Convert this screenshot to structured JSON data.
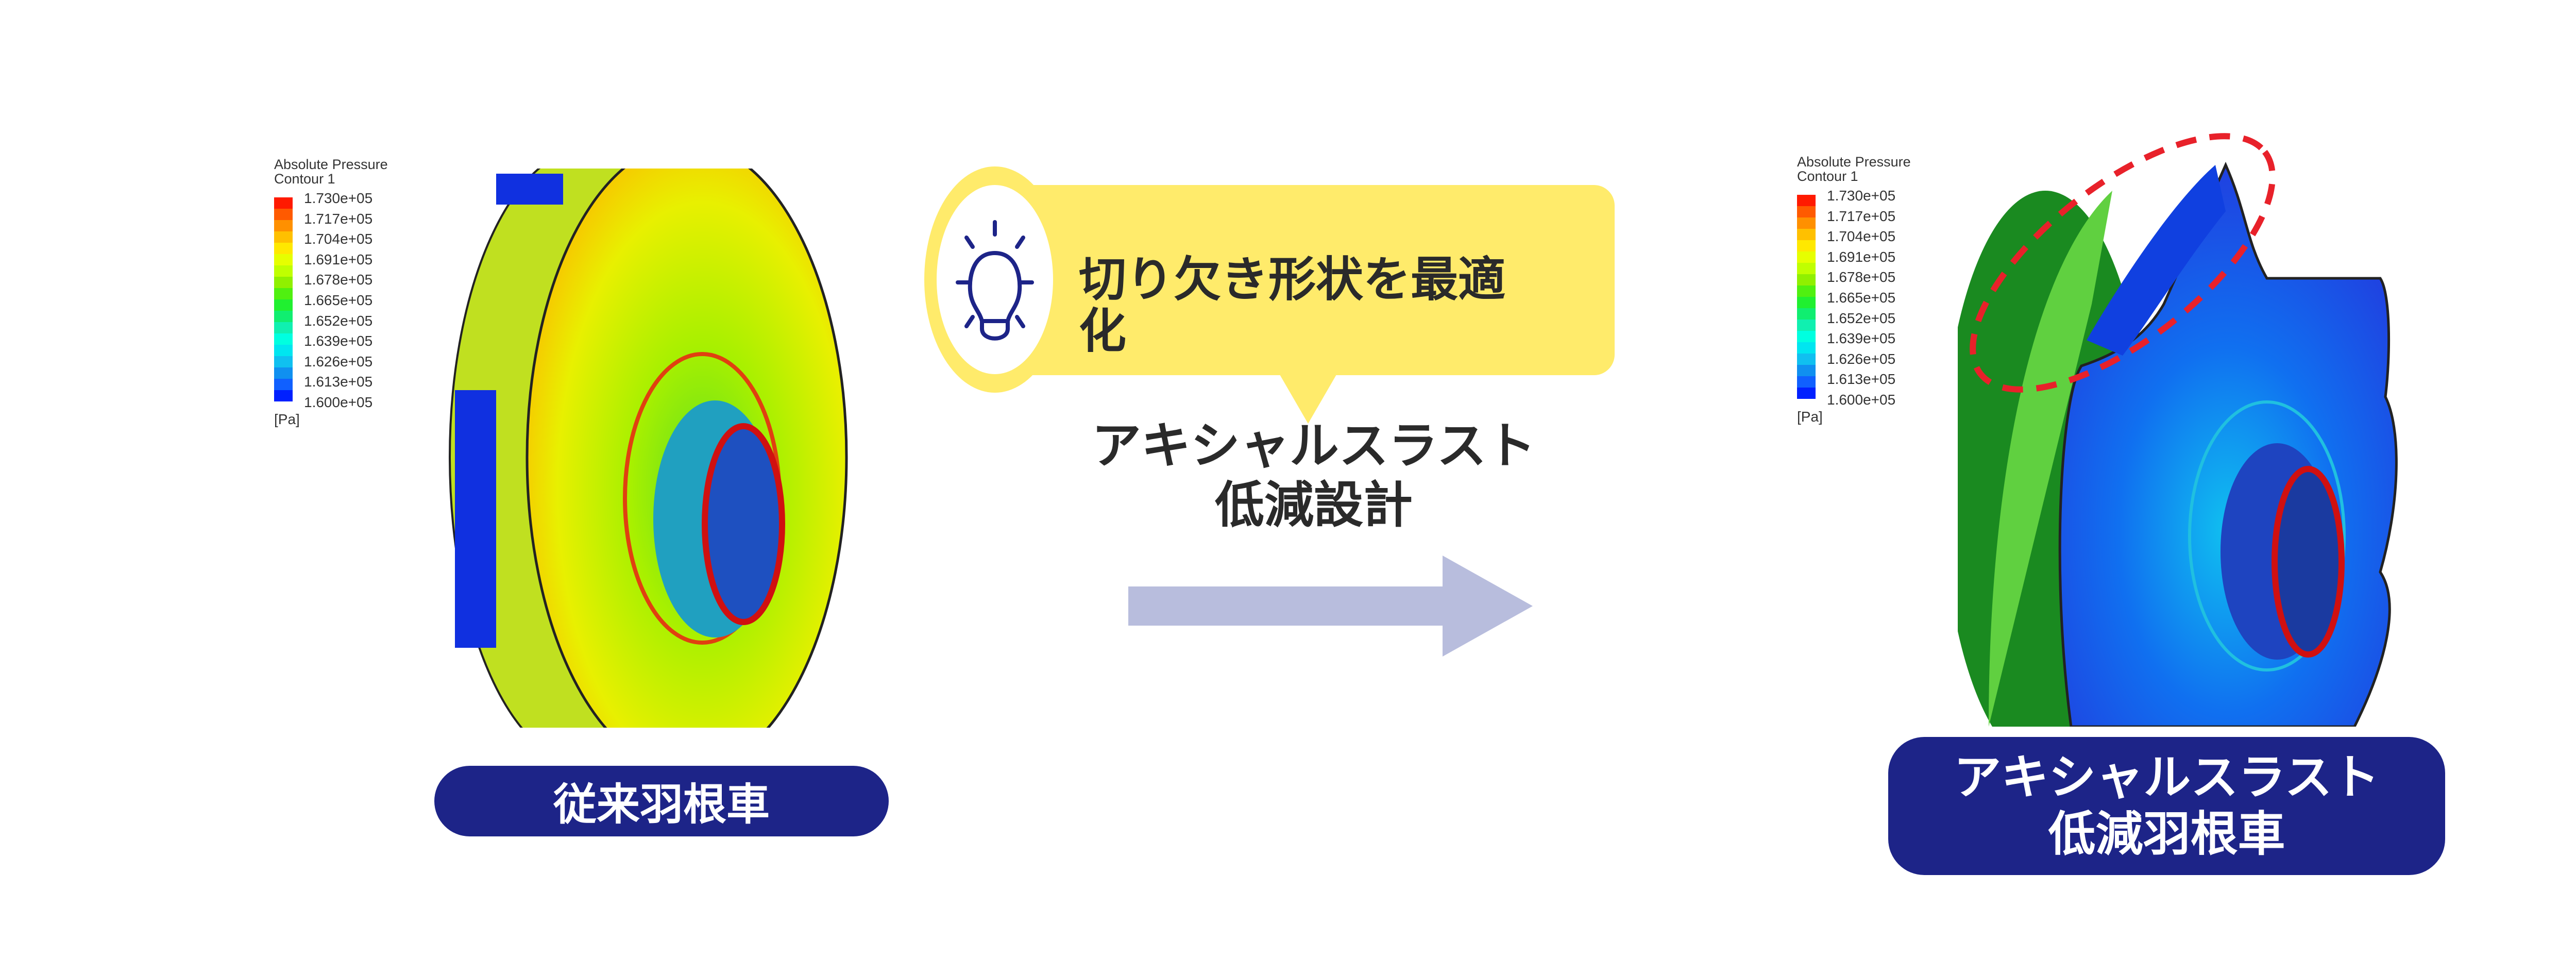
{
  "legend": {
    "title": "Absolute Pressure",
    "subtitle": "Contour 1",
    "ticks": [
      "1.730e+05",
      "1.717e+05",
      "1.704e+05",
      "1.691e+05",
      "1.678e+05",
      "1.665e+05",
      "1.652e+05",
      "1.639e+05",
      "1.626e+05",
      "1.613e+05",
      "1.600e+05"
    ],
    "unit": "[Pa]",
    "colors": [
      "#ff1a00",
      "#ff5a00",
      "#ff9000",
      "#ffc000",
      "#ffe800",
      "#e6ff00",
      "#c0ff00",
      "#90f000",
      "#50f010",
      "#20f030",
      "#10ee70",
      "#10f0b0",
      "#00ffe0",
      "#00e6f0",
      "#10c0f0",
      "#1090f0",
      "#1060ff",
      "#0020ff"
    ]
  },
  "callout": {
    "icon": "lightbulb-icon",
    "text": "切り欠き形状を最適化",
    "color": "#ffeb6b"
  },
  "center": {
    "line1": "アキシャルスラスト",
    "line2": "低減設計",
    "arrow_color": "#b8bddd"
  },
  "left_label": "従来羽根車",
  "right_label": {
    "line1": "アキシャルスラスト",
    "line2": "低減羽根車"
  },
  "colors": {
    "label_bg": "#1d2488",
    "highlight": "#e8212a",
    "icon": "#1d2488"
  }
}
